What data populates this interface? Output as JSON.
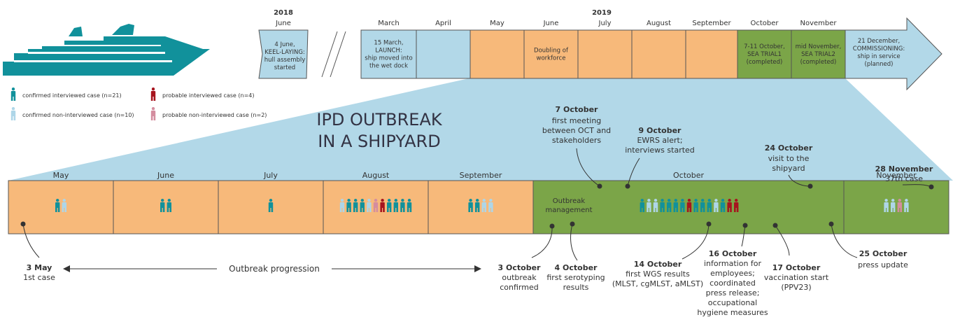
{
  "colors": {
    "teal": "#11919b",
    "light_blue": "#b2d8e8",
    "orange": "#f7b97a",
    "green": "#7ba548",
    "dark_red": "#a7141e",
    "pink": "#d48d9f",
    "light_case": "#aed6e8"
  },
  "years": {
    "y2018": "2018",
    "y2019": "2019"
  },
  "top_cells": [
    {
      "month": "June",
      "lines": [
        "4 June,",
        "KEEL-LAYING:",
        "hull assembly",
        "started"
      ],
      "fill": "light_blue"
    },
    {
      "month": "March",
      "lines": [
        "15 March,",
        "LAUNCH:",
        "ship moved into",
        "the wet dock"
      ],
      "fill": "light_blue"
    },
    {
      "month": "April",
      "lines": [],
      "fill": "light_blue"
    },
    {
      "month": "May",
      "lines": [],
      "fill": "orange"
    },
    {
      "month": "June",
      "lines": [
        "Doubling of",
        "workforce"
      ],
      "fill": "orange"
    },
    {
      "month": "July",
      "lines": [],
      "fill": "orange"
    },
    {
      "month": "August",
      "lines": [],
      "fill": "orange"
    },
    {
      "month": "September",
      "lines": [],
      "fill": "orange"
    },
    {
      "month": "October",
      "lines": [
        "7-11 October,",
        "SEA TRIAL1",
        "(completed)"
      ],
      "fill": "green"
    },
    {
      "month": "November",
      "lines": [
        "mid November,",
        "SEA TRIAL2",
        "(completed)"
      ],
      "fill": "green"
    },
    {
      "month": "",
      "lines": [
        "21 December,",
        "COMMISSIONING:",
        "ship in service",
        "(planned)"
      ],
      "fill": "light_blue"
    }
  ],
  "legend": [
    {
      "label": "confirmed interviewed case (n=21)",
      "color": "teal"
    },
    {
      "label": "probable interviewed case (n=4)",
      "color": "dark_red"
    },
    {
      "label": "confirmed non-interviewed case (n=10)",
      "color": "light_case"
    },
    {
      "label": "probable non-interviewed case (n=2)",
      "color": "pink"
    }
  ],
  "title_lines": [
    "IPD OUTBREAK",
    "IN A SHIPYARD"
  ],
  "months": [
    "May",
    "June",
    "July",
    "August",
    "September",
    "October",
    "November"
  ],
  "cases": [
    [
      "teal",
      "light_case"
    ],
    [
      "teal",
      "teal"
    ],
    [
      "teal"
    ],
    [
      "light_case",
      "teal",
      "teal",
      "teal",
      "light_case",
      "pink",
      "dark_red",
      "teal",
      "teal",
      "teal",
      "teal"
    ],
    [
      "teal",
      "teal",
      "light_case",
      "light_case"
    ],
    [
      "teal",
      "light_case",
      "light_case",
      "teal",
      "teal",
      "teal",
      "teal",
      "dark_red",
      "teal",
      "teal",
      "teal",
      "light_case",
      "teal",
      "dark_red",
      "dark_red"
    ],
    [
      "light_case",
      "light_case",
      "pink",
      "light_case"
    ]
  ],
  "outbreak_management": [
    "Outbreak",
    "management"
  ],
  "events_above": [
    {
      "bold": "7 October",
      "lines": [
        "first meeting",
        "between OCT and",
        "stakeholders"
      ]
    },
    {
      "bold": "9 October",
      "lines": [
        "EWRS alert;",
        "interviews started"
      ]
    },
    {
      "bold": "24 October",
      "lines": [
        "visit to the",
        "shipyard"
      ]
    },
    {
      "bold": "28 November",
      "lines": [
        "37th case"
      ]
    }
  ],
  "events_below": [
    {
      "bold": "3 May",
      "lines": [
        "1st case"
      ]
    },
    {
      "bold": "3 October",
      "lines": [
        "outbreak",
        "confirmed"
      ]
    },
    {
      "bold": "4 October",
      "lines": [
        "first serotyping",
        "results"
      ]
    },
    {
      "bold": "14 October",
      "lines": [
        "first WGS results",
        "(MLST, cgMLST, aMLST)"
      ]
    },
    {
      "bold": "16 October",
      "lines": [
        "information for",
        "employees;",
        "coordinated",
        "press release;",
        "occupational",
        "hygiene measures"
      ]
    },
    {
      "bold": "17 October",
      "lines": [
        "vaccination start",
        "(PPV23)"
      ]
    },
    {
      "bold": "25 October",
      "lines": [
        "press update"
      ]
    }
  ],
  "progression_label": "Outbreak progression"
}
